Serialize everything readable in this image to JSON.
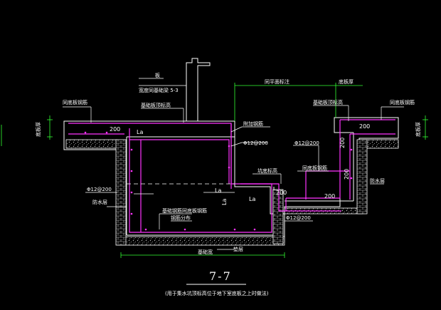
{
  "colors": {
    "background": "#000000",
    "concrete": "#ffffff",
    "rebar": "#ff33ff",
    "dimension": "#33ff33",
    "leader": "#ffffff",
    "dash": "#ffffff"
  },
  "labels": {
    "top_note_1": "板",
    "top_note_2": "宽度同基础梁 5-3",
    "slab_level": "基础板顶标高",
    "left_top_label": "同底板钢筋",
    "right_top_label": "同底板钢筋",
    "left_dim_label": "底板厚",
    "right_dim_label": "底板厚",
    "pit_span": "同平面标注",
    "pit_right": "底板厚",
    "anchor_1": "La",
    "anchor_2": "La",
    "anchor_3": "La",
    "anchor_4": "La",
    "lap_note": "附加钢筋",
    "rebar_left_top": "Φ12@200",
    "rebar_left_mid": "Φ12@200",
    "rebar_right_a": "Φ12@200",
    "rebar_bottom": "Φ12@200",
    "pit_bottom_level": "坑底标高",
    "bottom_note_1": "基础钢筋同底板钢筋",
    "bottom_note_2": "钢筋分布",
    "waterproof_left": "防水层",
    "waterproof_right": "防水层",
    "bottom_width_1": "基础宽",
    "bottom_width_2": "垫层",
    "right_pad_label": "同底板钢筋",
    "dim_200_a": "200",
    "dim_200_b": "200",
    "dim_200_c": "200",
    "dim_200_d": "200",
    "dim_200_e": "200",
    "dim_200_f": "200",
    "section_title": "7-7",
    "section_note": "(用于集水坑顶标高位于地下室底板之上时做法)"
  }
}
